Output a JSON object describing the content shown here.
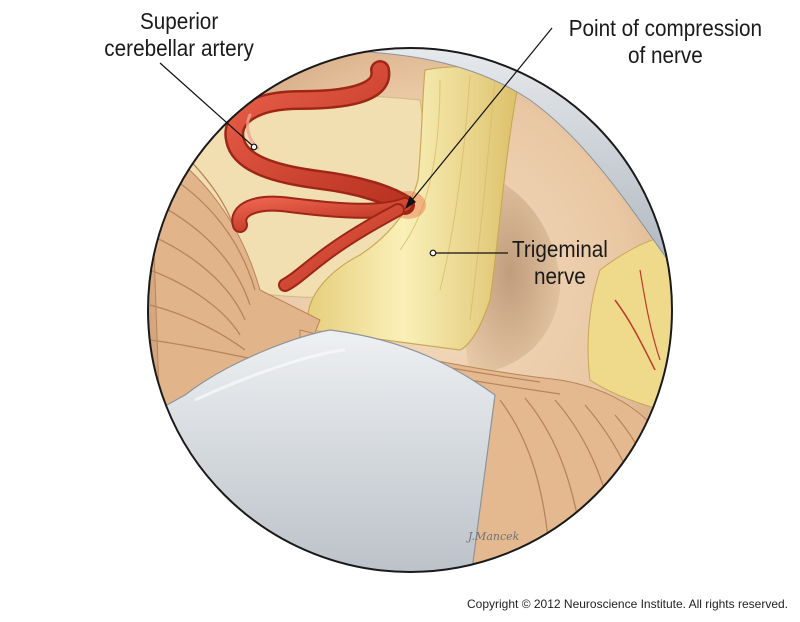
{
  "labels": {
    "superior_cerebellar_artery": [
      "Superior",
      "cerebellar artery"
    ],
    "point_of_compression": [
      "Point of compression",
      "of nerve"
    ],
    "trigeminal_nerve": [
      "Trigeminal",
      "nerve"
    ]
  },
  "copyright": "Copyright © 2012 Neuroscience Institute. All rights reserved.",
  "colors": {
    "artery": "#d9442f",
    "nerve": "#f3e39a",
    "tissue": "#e3b98f",
    "retractor": "#d6dbe0",
    "background_tissue": "#ecc9a9"
  }
}
